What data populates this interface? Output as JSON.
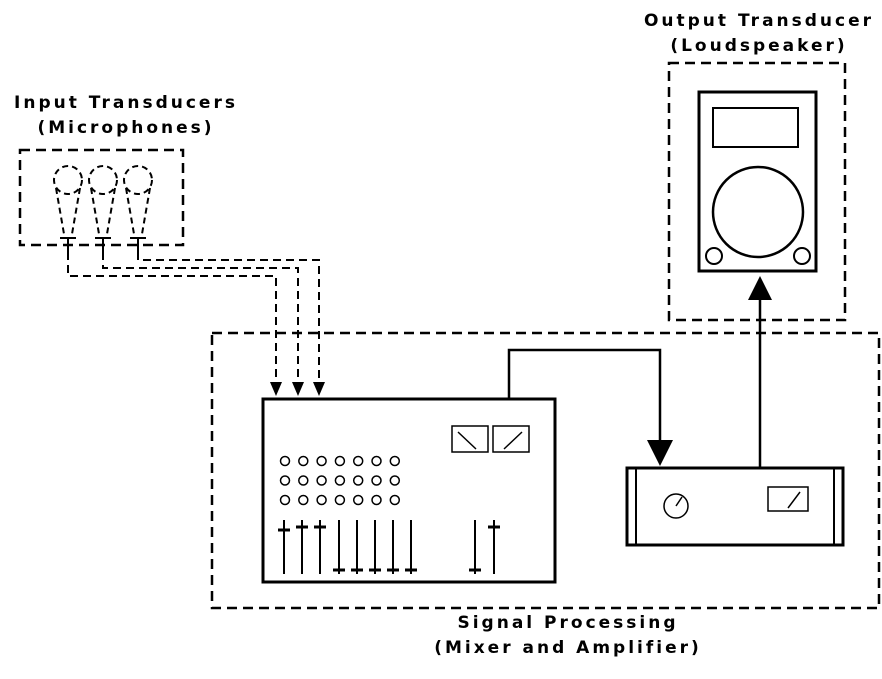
{
  "labels": {
    "input_title": "Input Transducers",
    "input_sub": "(Microphones)",
    "output_title": "Output Transducer",
    "output_sub": "(Loudspeaker)",
    "processing_title": "Signal Processing",
    "processing_sub": "(Mixer and Amplifier)"
  },
  "colors": {
    "ink": "#000000",
    "background": "#ffffff"
  }
}
